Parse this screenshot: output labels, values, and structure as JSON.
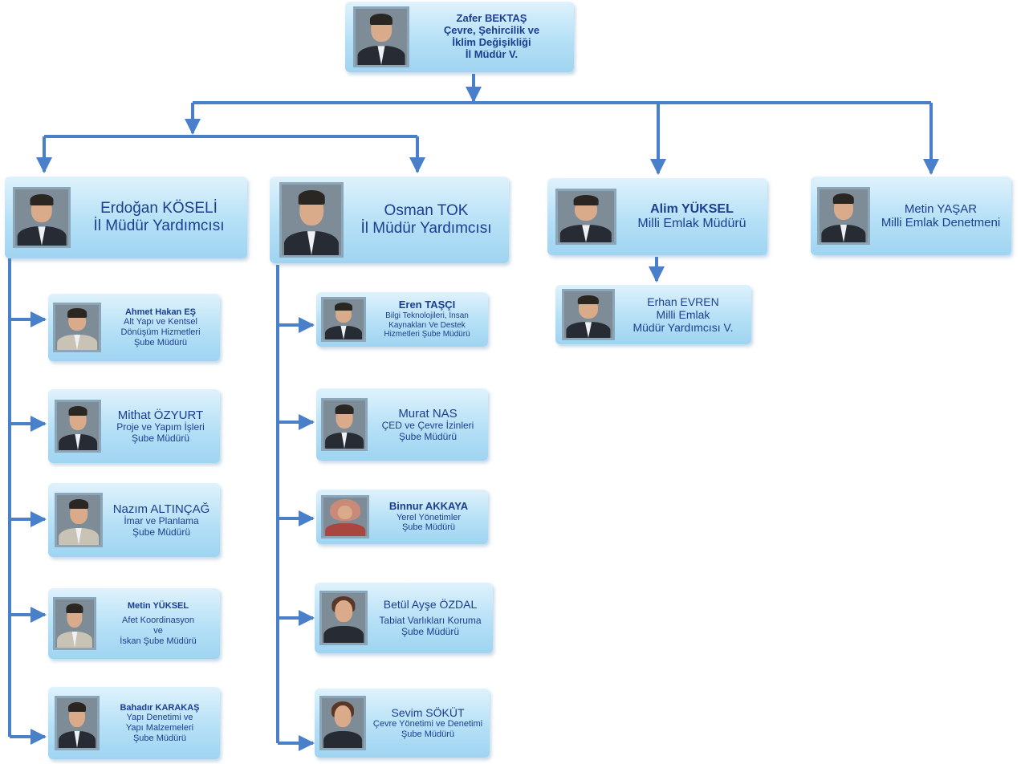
{
  "director": {
    "name": "Zafer BEKTAŞ",
    "title_lines": [
      "Çevre, Şehircilik ve",
      "İklim Değişikliği",
      "İl Müdür V."
    ]
  },
  "deputies": [
    {
      "name": "Erdoğan KÖSELİ",
      "title": "İl Müdür Yardımcısı",
      "branches": [
        {
          "name": "Ahmet Hakan EŞ",
          "title_lines": [
            "Alt Yapı ve Kentsel",
            "Dönüşüm Hizmetleri",
            "Şube Müdürü"
          ]
        },
        {
          "name": "Mithat ÖZYURT",
          "title_lines": [
            "Proje ve Yapım İşleri",
            "Şube Müdürü"
          ]
        },
        {
          "name": "Nazım ALTINÇAĞ",
          "title_lines": [
            "İmar ve Planlama",
            "Şube Müdürü"
          ]
        },
        {
          "name": "Metin YÜKSEL",
          "title_lines": [
            "Afet Koordinasyon",
            "ve",
            "İskan Şube Müdürü"
          ]
        },
        {
          "name": "Bahadır KARAKAŞ",
          "title_lines": [
            "Yapı Denetimi ve",
            "Yapı Malzemeleri",
            "Şube Müdürü"
          ]
        }
      ]
    },
    {
      "name": "Osman TOK",
      "title": "İl Müdür Yardımcısı",
      "branches": [
        {
          "name": "Eren TAŞÇI",
          "title_lines": [
            "Bilgi Teknolojileri, İnsan",
            "Kaynakları Ve Destek",
            "Hizmetleri Şube Müdürü"
          ]
        },
        {
          "name": "Murat NAS",
          "title_lines": [
            "ÇED ve Çevre İzinleri",
            "Şube Müdürü"
          ]
        },
        {
          "name": "Binnur AKKAYA",
          "title_lines": [
            "Yerel Yönetimler",
            "Şube Müdürü"
          ]
        },
        {
          "name": "Betül Ayşe ÖZDAL",
          "title_lines": [
            "Tabiat Varlıkları Koruma",
            "Şube Müdürü"
          ]
        },
        {
          "name": "Sevim SÖKÜT",
          "title_lines": [
            "Çevre Yönetimi ve Denetimi",
            "Şube Müdürü"
          ]
        }
      ]
    }
  ],
  "milli_emlak": {
    "name": "Alim YÜKSEL",
    "title": "Milli Emlak Müdürü",
    "assistant": {
      "name": "Erhan EVREN",
      "title_lines": [
        "Milli Emlak",
        "Müdür Yardımcısı V."
      ]
    }
  },
  "inspector": {
    "name": "Metin YAŞAR",
    "title": "Milli Emlak Denetmeni"
  },
  "colors": {
    "connector": "#4a7fc9",
    "text": "#1b3f8f",
    "card_top": "#dff2fc",
    "card_bottom": "#9fd4f1"
  }
}
